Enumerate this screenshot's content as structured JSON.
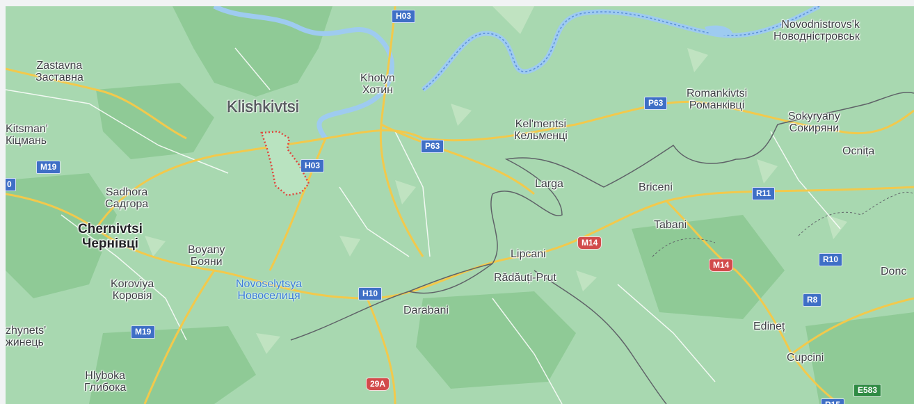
{
  "colors": {
    "land": "#a8d8b0",
    "forest": "#86c58e",
    "river": "#9ecbf0",
    "major_road": "#f2c94c",
    "minor_road": "#ffffff",
    "border": "#5f6368",
    "boundary": "#e0463c"
  },
  "places": {
    "novodnistrovsk": {
      "latin": "Novodnistrovs'k",
      "cyrillic": "Новодністровськ"
    },
    "zastavna": {
      "latin": "Zastavna",
      "cyrillic": "Заставна"
    },
    "khotyn": {
      "latin": "Khotyn",
      "cyrillic": "Хотин"
    },
    "romankivtsi": {
      "latin": "Romankivtsi",
      "cyrillic": "Романківці"
    },
    "klishkivtsi": {
      "latin": "Klishkivtsi"
    },
    "kitsman": {
      "latin": "Kitsman'",
      "cyrillic": "Кіцмань"
    },
    "kelmentsi": {
      "latin": "Kel'mentsi",
      "cyrillic": "Кельменці"
    },
    "sokyryany": {
      "latin": "Sokyryany",
      "cyrillic": "Сокиряни"
    },
    "ocnita": {
      "latin": "Ocnița"
    },
    "larga": {
      "latin": "Larga"
    },
    "briceni": {
      "latin": "Briceni"
    },
    "sadhora": {
      "latin": "Sadhora",
      "cyrillic": "Садгора"
    },
    "tabani": {
      "latin": "Tabani"
    },
    "chernivtsi": {
      "latin": "Chernivtsi",
      "cyrillic": "Чернівці"
    },
    "boyany": {
      "latin": "Boyany",
      "cyrillic": "Бояни"
    },
    "lipcani": {
      "latin": "Lipcani"
    },
    "radauti_prut": {
      "latin": "Rădăuți-Prut"
    },
    "koroviya": {
      "latin": "Koroviya",
      "cyrillic": "Коровія"
    },
    "novoselytsya": {
      "latin": "Novoselytsya",
      "cyrillic": "Новоселиця"
    },
    "darabani": {
      "latin": "Darabani"
    },
    "dond": {
      "latin": "Donc"
    },
    "edinet": {
      "latin": "Edineț"
    },
    "zhynets": {
      "latin": "zhynets'",
      "cyrillic": "жинець"
    },
    "cupcini": {
      "latin": "Cupcini"
    },
    "hlyboka": {
      "latin": "Hlyboka",
      "cyrillic": "Глибока"
    }
  },
  "road_shields": {
    "h03_top": "H03",
    "p63_east": "P63",
    "p63_mid": "P63",
    "m19_west": "M19",
    "h03_mid": "H03",
    "r11": "R11",
    "m14_a": "M14",
    "r10": "R10",
    "m14_b": "M14",
    "h10": "H10",
    "r8": "R8",
    "m19_south": "M19",
    "a29": "29A",
    "e583": "E583",
    "r15": "R15",
    "m_edge": "0"
  }
}
